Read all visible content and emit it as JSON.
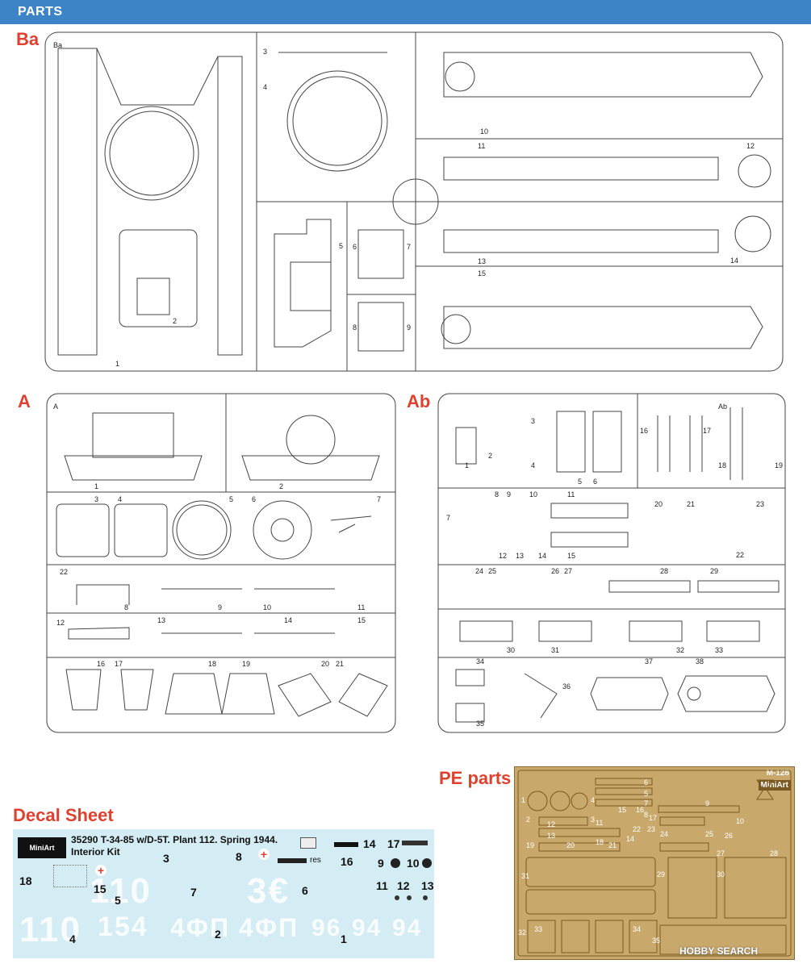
{
  "header": {
    "title": "PARTS"
  },
  "sprues": {
    "ba": {
      "label": "Ba",
      "tag": "Ba",
      "part_numbers": [
        "1",
        "2",
        "3",
        "4",
        "5",
        "6",
        "7",
        "8",
        "9",
        "10",
        "11",
        "12",
        "13",
        "14",
        "15"
      ]
    },
    "a": {
      "label": "A",
      "tag": "A",
      "part_numbers": [
        "1",
        "2",
        "3",
        "4",
        "5",
        "6",
        "7",
        "8",
        "9",
        "10",
        "11",
        "12",
        "13",
        "14",
        "15",
        "16",
        "17",
        "18",
        "19",
        "20",
        "21",
        "22"
      ]
    },
    "ab": {
      "label": "Ab",
      "tag": "Ab",
      "part_numbers": [
        "1",
        "2",
        "3",
        "4",
        "5",
        "6",
        "7",
        "8",
        "9",
        "10",
        "11",
        "12",
        "13",
        "14",
        "15",
        "16",
        "17",
        "18",
        "19",
        "20",
        "21",
        "22",
        "23",
        "24",
        "25",
        "26",
        "27",
        "28",
        "29",
        "30",
        "31",
        "32",
        "33",
        "34",
        "35",
        "36",
        "37",
        "38"
      ]
    }
  },
  "decal": {
    "heading": "Decal Sheet",
    "brand": "MiniArt",
    "title_line1": "35290 T-34-85 w/D-5T. Plant 112. Spring 1944.",
    "title_line2": "Interior Kit",
    "res_label": "res",
    "numbers": [
      "1",
      "2",
      "3",
      "4",
      "5",
      "6",
      "7",
      "8",
      "9",
      "10",
      "11",
      "12",
      "13",
      "14",
      "15",
      "16",
      "17",
      "18"
    ],
    "ghost_markings": [
      "110",
      "110",
      "3€",
      "154",
      "4ФП",
      "4ФП",
      "96",
      "94",
      "94"
    ]
  },
  "pe": {
    "heading": "PE parts",
    "code": "M-128",
    "brand": "MiniArt",
    "part_numbers": [
      "1",
      "2",
      "3",
      "4",
      "5",
      "6",
      "7",
      "8",
      "9",
      "10",
      "11",
      "12",
      "13",
      "14",
      "15",
      "16",
      "17",
      "18",
      "19",
      "20",
      "21",
      "22",
      "23",
      "24",
      "25",
      "26",
      "27",
      "28",
      "29",
      "30",
      "31",
      "32",
      "33",
      "34",
      "35"
    ]
  },
  "watermark": "HOBBY SEARCH"
}
